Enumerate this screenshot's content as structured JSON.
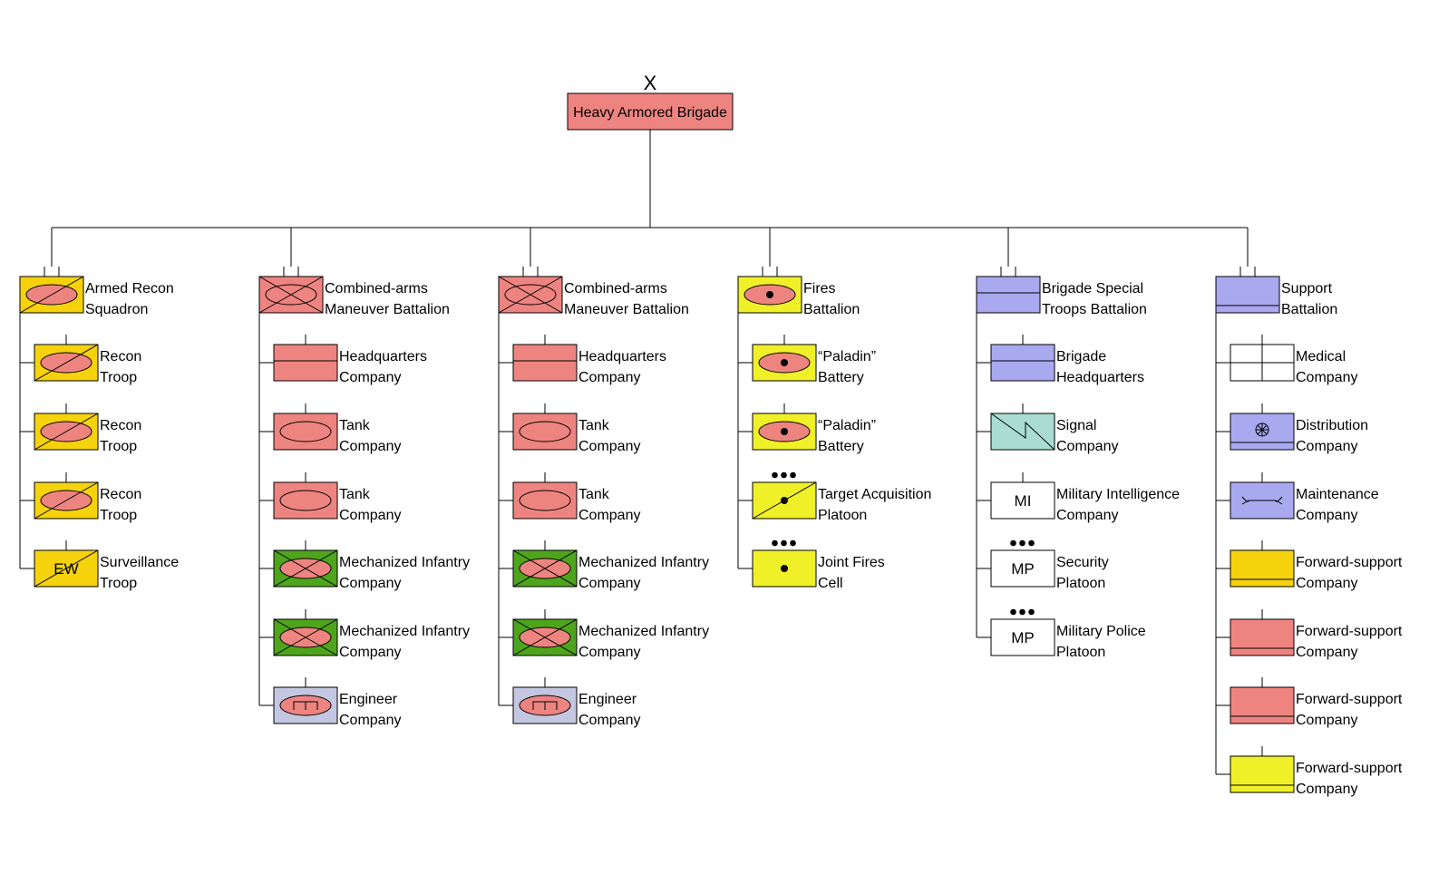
{
  "root": {
    "echelon": "X",
    "label": "Heavy Armored Brigade",
    "color": "#ee8480"
  },
  "colors": {
    "armor": "#ee8480",
    "recon_yellow": "#f5d20c",
    "fires_yellow": "#f0f028",
    "infantry_green": "#4ea51c",
    "engineer_blue": "#c3c7e1",
    "support_blue": "#a8a9ef",
    "signal_teal": "#a9ddd2",
    "white": "#ffffff",
    "line": "#000000"
  },
  "battalions": [
    {
      "key": "recon",
      "label": [
        "Armed Recon",
        "Squadron"
      ],
      "symbol": {
        "fill": "#f5d20c",
        "mark": "oval-slash"
      },
      "children": [
        {
          "label": [
            "Recon",
            "Troop"
          ],
          "symbol": {
            "fill": "#f5d20c",
            "mark": "oval-slash"
          }
        },
        {
          "label": [
            "Recon",
            "Troop"
          ],
          "symbol": {
            "fill": "#f5d20c",
            "mark": "oval-slash"
          }
        },
        {
          "label": [
            "Recon",
            "Troop"
          ],
          "symbol": {
            "fill": "#f5d20c",
            "mark": "oval-slash"
          }
        },
        {
          "label": [
            "Surveillance",
            "Troop"
          ],
          "symbol": {
            "fill": "#f5d20c",
            "mark": "slash-text",
            "text": "EW"
          }
        }
      ]
    },
    {
      "key": "cab1",
      "label": [
        "Combined-arms",
        "Maneuver Battalion"
      ],
      "symbol": {
        "fill": "#ee8480",
        "mark": "oval-x"
      },
      "children": [
        {
          "label": [
            "Headquarters",
            "Company"
          ],
          "symbol": {
            "fill": "#ee8480",
            "mark": "hline-mid"
          }
        },
        {
          "label": [
            "Tank",
            "Company"
          ],
          "symbol": {
            "fill": "#ee8480",
            "mark": "oval"
          }
        },
        {
          "label": [
            "Tank",
            "Company"
          ],
          "symbol": {
            "fill": "#ee8480",
            "mark": "oval"
          }
        },
        {
          "label": [
            "Mechanized Infantry",
            "Company"
          ],
          "symbol": {
            "fill": "#4ea51c",
            "mark": "oval-x"
          }
        },
        {
          "label": [
            "Mechanized Infantry",
            "Company"
          ],
          "symbol": {
            "fill": "#4ea51c",
            "mark": "oval-x"
          }
        },
        {
          "label": [
            "Engineer",
            "Company"
          ],
          "symbol": {
            "fill": "#c3c7e1",
            "mark": "oval-eng"
          }
        }
      ]
    },
    {
      "key": "cab2",
      "label": [
        "Combined-arms",
        "Maneuver Battalion"
      ],
      "symbol": {
        "fill": "#ee8480",
        "mark": "oval-x"
      },
      "children": [
        {
          "label": [
            "Headquarters",
            "Company"
          ],
          "symbol": {
            "fill": "#ee8480",
            "mark": "hline-mid"
          }
        },
        {
          "label": [
            "Tank",
            "Company"
          ],
          "symbol": {
            "fill": "#ee8480",
            "mark": "oval"
          }
        },
        {
          "label": [
            "Tank",
            "Company"
          ],
          "symbol": {
            "fill": "#ee8480",
            "mark": "oval"
          }
        },
        {
          "label": [
            "Mechanized Infantry",
            "Company"
          ],
          "symbol": {
            "fill": "#4ea51c",
            "mark": "oval-x"
          }
        },
        {
          "label": [
            "Mechanized Infantry",
            "Company"
          ],
          "symbol": {
            "fill": "#4ea51c",
            "mark": "oval-x"
          }
        },
        {
          "label": [
            "Engineer",
            "Company"
          ],
          "symbol": {
            "fill": "#c3c7e1",
            "mark": "oval-eng"
          }
        }
      ]
    },
    {
      "key": "fires",
      "label": [
        "Fires",
        "Battalion"
      ],
      "symbol": {
        "fill": "#f0f028",
        "mark": "oval-dot"
      },
      "children": [
        {
          "label": [
            "“Paladin”",
            "Battery"
          ],
          "symbol": {
            "fill": "#f0f028",
            "mark": "oval-dot"
          }
        },
        {
          "label": [
            "“Paladin”",
            "Battery"
          ],
          "symbol": {
            "fill": "#f0f028",
            "mark": "oval-dot"
          }
        },
        {
          "label": [
            "Target Acquisition",
            "Platoon"
          ],
          "symbol": {
            "fill": "#f0f028",
            "mark": "slash-dot",
            "platoon": true
          }
        },
        {
          "label": [
            "Joint Fires",
            "Cell"
          ],
          "symbol": {
            "fill": "#f0f028",
            "mark": "dot",
            "platoon": true
          }
        }
      ]
    },
    {
      "key": "bstb",
      "label": [
        "Brigade Special",
        "Troops Battalion"
      ],
      "symbol": {
        "fill": "#a8a9ef",
        "mark": "hline-mid"
      },
      "children": [
        {
          "label": [
            "Brigade",
            "Headquarters"
          ],
          "symbol": {
            "fill": "#a8a9ef",
            "mark": "hline-mid"
          }
        },
        {
          "label": [
            "Signal",
            "Company"
          ],
          "symbol": {
            "fill": "#a9ddd2",
            "mark": "zigzag"
          }
        },
        {
          "label": [
            "Military Intelligence",
            "Company"
          ],
          "symbol": {
            "fill": "#ffffff",
            "mark": "text",
            "text": "MI"
          }
        },
        {
          "label": [
            "Security",
            "Platoon"
          ],
          "symbol": {
            "fill": "#ffffff",
            "mark": "text",
            "text": "MP",
            "platoon": true
          }
        },
        {
          "label": [
            "Military Police",
            "Platoon"
          ],
          "symbol": {
            "fill": "#ffffff",
            "mark": "text",
            "text": "MP",
            "platoon": true
          }
        }
      ]
    },
    {
      "key": "bsb",
      "label": [
        "Support",
        "Battalion"
      ],
      "symbol": {
        "fill": "#a8a9ef",
        "mark": "hline-low"
      },
      "children": [
        {
          "label": [
            "Medical",
            "Company"
          ],
          "symbol": {
            "fill": "#ffffff",
            "mark": "cross"
          }
        },
        {
          "label": [
            "Distribution",
            "Company"
          ],
          "symbol": {
            "fill": "#a8a9ef",
            "mark": "wheel-low"
          }
        },
        {
          "label": [
            "Maintenance",
            "Company"
          ],
          "symbol": {
            "fill": "#a8a9ef",
            "mark": "wrench"
          }
        },
        {
          "label": [
            "Forward-support",
            "Company"
          ],
          "symbol": {
            "fill": "#f5d20c",
            "mark": "hline-low"
          }
        },
        {
          "label": [
            "Forward-support",
            "Company"
          ],
          "symbol": {
            "fill": "#ee8480",
            "mark": "hline-low"
          }
        },
        {
          "label": [
            "Forward-support",
            "Company"
          ],
          "symbol": {
            "fill": "#ee8480",
            "mark": "hline-low"
          }
        },
        {
          "label": [
            "Forward-support",
            "Company"
          ],
          "symbol": {
            "fill": "#f0f028",
            "mark": "hline-low"
          }
        }
      ]
    }
  ]
}
